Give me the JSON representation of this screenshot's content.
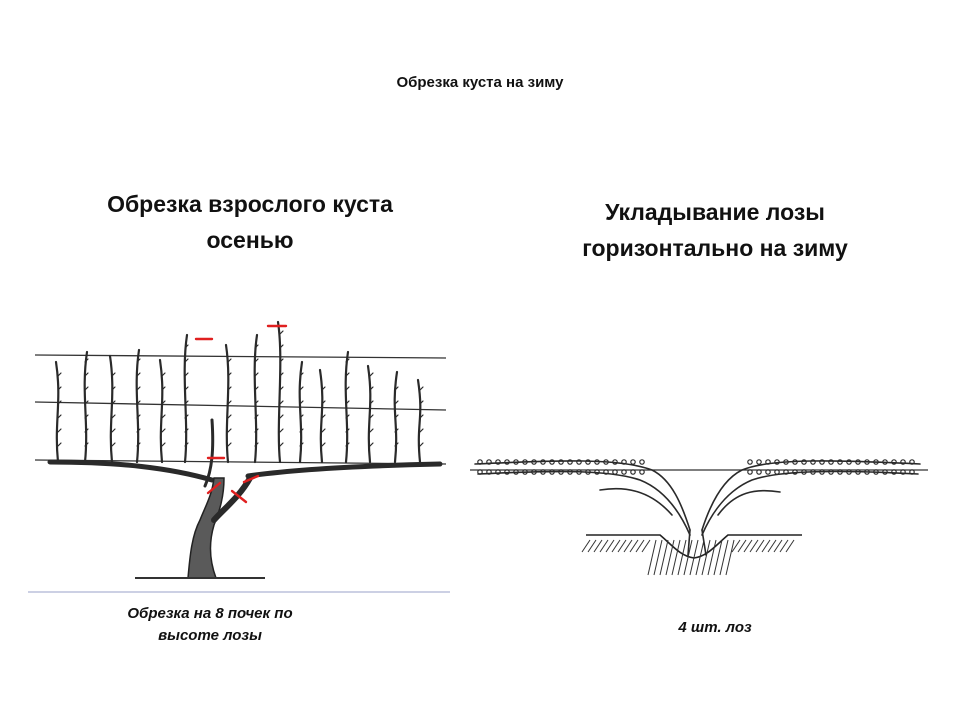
{
  "slide": {
    "title": "Обрезка куста на зиму"
  },
  "left_panel": {
    "heading_line1": "Обрезка взрослого куста",
    "heading_line2": "осенью",
    "caption_line1": "Обрезка на 8  почек по",
    "caption_line2": "высоте лозы"
  },
  "right_panel": {
    "heading_line1": "Укладывание лозы",
    "heading_line2": "горизонтально на зиму",
    "caption": "4  шт. лоз"
  },
  "colors": {
    "cut_marks": "#e02020",
    "ink": "#222222",
    "divider": "#9aa0c8"
  }
}
